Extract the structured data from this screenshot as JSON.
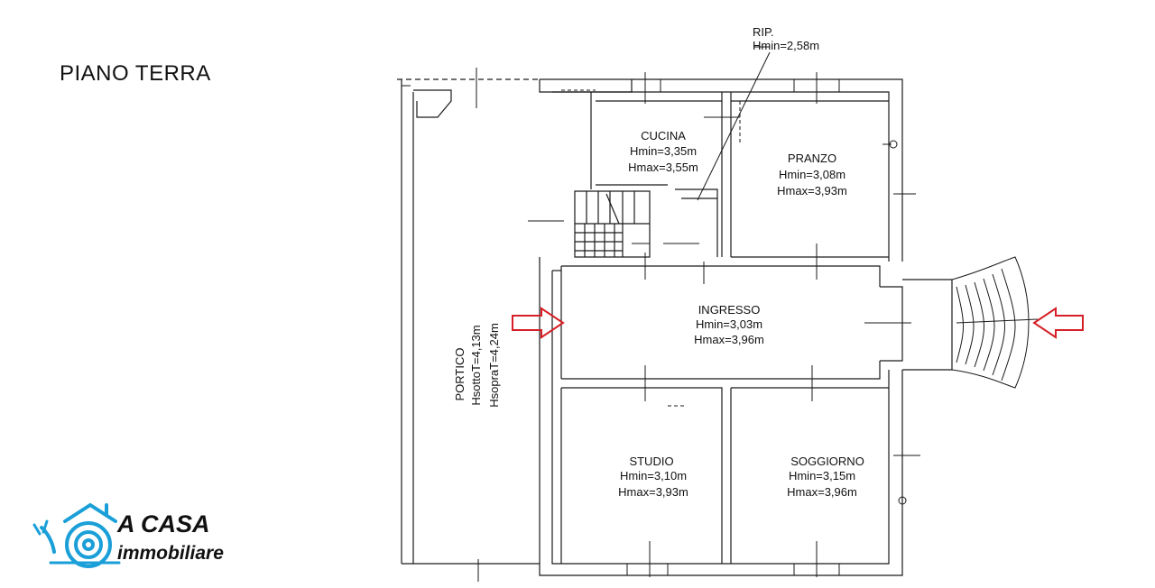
{
  "floor_title": "PIANO TERRA",
  "rooms": {
    "rip": {
      "name": "RIP.",
      "hmin": "Hmin=2,58m"
    },
    "cucina": {
      "name": "CUCINA",
      "hmin": "Hmin=3,35m",
      "hmax": "Hmax=3,55m"
    },
    "pranzo": {
      "name": "PRANZO",
      "hmin": "Hmin=3,08m",
      "hmax": "Hmax=3,93m"
    },
    "ingresso": {
      "name": "INGRESSO",
      "hmin": "Hmin=3,03m",
      "hmax": "Hmax=3,96m"
    },
    "studio": {
      "name": "STUDIO",
      "hmin": "Hmin=3,10m",
      "hmax": "Hmax=3,93m"
    },
    "soggiorno": {
      "name": "SOGGIORNO",
      "hmin": "Hmin=3,15m",
      "hmax": "Hmax=3,96m"
    },
    "portico": {
      "name": "PORTICO",
      "hsotto": "HsottoT=4,13m",
      "hsopra": "HsopraT=4,24m"
    }
  },
  "logo": {
    "line1": "A CASA",
    "line2": "immobiliare",
    "color": "#1a9fd8"
  },
  "colors": {
    "line": "#1a1a1a",
    "arrow": "#d61f26"
  }
}
